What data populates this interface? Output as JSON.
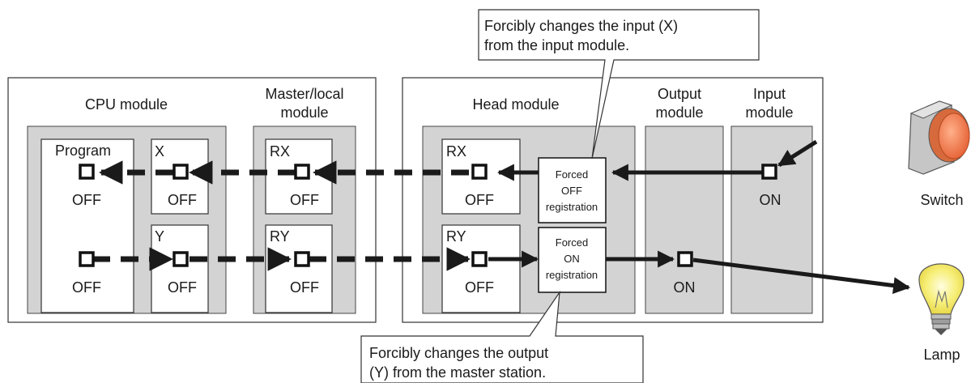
{
  "callout_top": {
    "line1": "Forcibly changes the input (X)",
    "line2": "from the input module."
  },
  "callout_bottom": {
    "line1": "Forcibly changes the output",
    "line2": "(Y) from the master station."
  },
  "groups": {
    "cpu_module": "CPU module",
    "master_local": {
      "line1": "Master/local",
      "line2": "module"
    },
    "head_module": "Head module",
    "output_module": {
      "line1": "Output",
      "line2": "module"
    },
    "input_module": {
      "line1": "Input",
      "line2": "module"
    }
  },
  "boxes": {
    "program": "Program",
    "x": "X",
    "y": "Y",
    "rx_master": "RX",
    "ry_master": "RY",
    "rx_head": "RX",
    "ry_head": "RY",
    "forced_off": {
      "line1": "Forced",
      "line2": "OFF",
      "line3": "registration"
    },
    "forced_on": {
      "line1": "Forced",
      "line2": "ON",
      "line3": "registration"
    }
  },
  "states": {
    "program_x": "OFF",
    "program_y": "OFF",
    "x": "OFF",
    "y": "OFF",
    "rx_master": "OFF",
    "ry_master": "OFF",
    "rx_head": "OFF",
    "ry_head": "OFF",
    "input_module": "ON",
    "output_module": "ON"
  },
  "devices": {
    "switch": "Switch",
    "lamp": "Lamp"
  }
}
